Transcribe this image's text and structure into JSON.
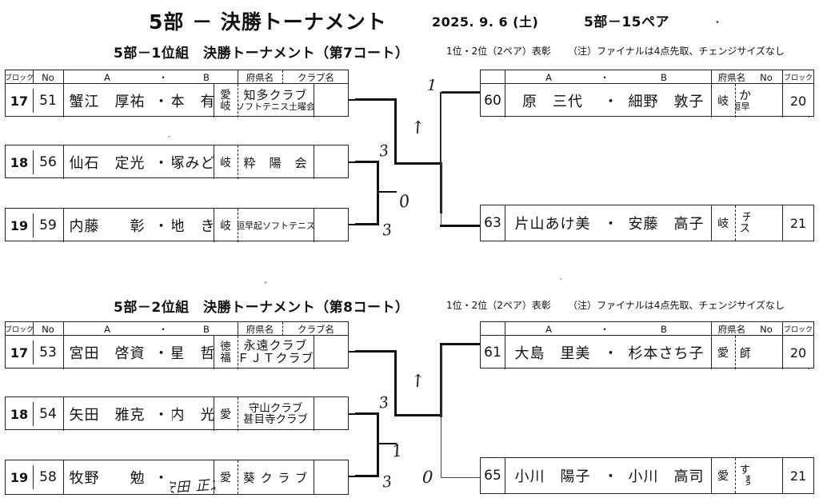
{
  "document": {
    "title": "5部 － 決勝トーナメント",
    "date": "2025. 9. 6 (土)",
    "pairs": "5部－15ペア",
    "trailing_dot": "・"
  },
  "columns": {
    "block": "ブロック",
    "no": "No",
    "a": "A",
    "dot": "・",
    "b": "B",
    "pref": "府県名",
    "club": "クラブ名"
  },
  "sections": [
    {
      "heading": "5部－1位組　決勝トーナメント（第7コート）",
      "note_award": "1位・2位（2ペア）表彰",
      "note_rule": "（注）ファイナルは4点先取、チェンジサイズなし",
      "left_entries": [
        {
          "block": "17",
          "no": "51",
          "name_a": "蟹江　厚祐",
          "dot": "・",
          "name_b": "木本　有信",
          "pref": [
            "愛",
            "岐"
          ],
          "club": [
            "知多クラブ",
            "ソフトテニス土曜会"
          ]
        },
        {
          "block": "18",
          "no": "56",
          "name_a": "仙石　定光",
          "dot": "・",
          "name_b": "赤塚みどり",
          "pref": [
            "岐"
          ],
          "club": [
            "粋　陽　会"
          ]
        },
        {
          "block": "19",
          "no": "59",
          "name_a": "内藤　　彰",
          "dot": "・",
          "name_b": "川地　きよ",
          "pref": [
            "岐"
          ],
          "club": [
            "大垣早起ソフトテニス会"
          ]
        }
      ],
      "right_entries": [
        {
          "no": "60",
          "name_a": "原　三代",
          "dot": "・",
          "name_b": "細野　敦子",
          "pref": [
            "岐"
          ],
          "club": [
            "か が や き",
            "大垣早起ソフトテニス会"
          ],
          "block": "20"
        },
        {
          "no": "63",
          "name_a": "片山あけ美",
          "dot": "・",
          "name_b": "安藤　高子",
          "pref": [
            "岐"
          ],
          "club": [
            "チームTAKA",
            "スイート大垣"
          ],
          "block": "21"
        }
      ],
      "scores": {
        "semi_upper": "3",
        "semi_lower": "3",
        "quarter_lower": "0",
        "final_top": "1"
      },
      "winner_mark": "↑"
    },
    {
      "heading": "5部－2位組　決勝トーナメント（第8コート）",
      "note_award": "1位・2位（2ペア）表彰",
      "note_rule": "（注）ファイナルは4点先取、チェンジサイズなし",
      "left_entries": [
        {
          "block": "17",
          "no": "53",
          "name_a": "宮田　啓資",
          "dot": "・",
          "name_b": "赤星　哲志",
          "pref": [
            "徳",
            "福"
          ],
          "club": [
            "永遠クラブ",
            "ＦＪＴクラブ"
          ]
        },
        {
          "block": "18",
          "no": "54",
          "name_a": "矢田　雅克",
          "dot": "・",
          "name_b": "山内　光枝",
          "pref": [
            "愛"
          ],
          "club": [
            "守山クラブ",
            "甚目寺クラブ"
          ]
        },
        {
          "block": "19",
          "no": "58",
          "name_a": "牧野　　勉",
          "dot": "・",
          "name_b": "安田 正之",
          "name_b_handwritten": true,
          "pref": [
            "愛"
          ],
          "club": [
            "葵 ク ラ ブ"
          ]
        }
      ],
      "right_entries": [
        {
          "no": "61",
          "name_a": "大島　里美",
          "dot": "・",
          "name_b": "杉本さち子",
          "pref": [
            "愛"
          ],
          "club": [
            "師勝ＳＴＣ"
          ],
          "block": "20"
        },
        {
          "no": "65",
          "name_a": "小川　陽子",
          "dot": "・",
          "name_b": "小川　高司",
          "pref": [
            "愛"
          ],
          "club": [
            "すみれクラブ",
            "葵 ク ラ ブ"
          ],
          "block": "21"
        }
      ],
      "scores": {
        "semi_upper": "3",
        "semi_lower": "1",
        "quarter_lower": "1",
        "final_top": "0"
      },
      "winner_mark": "↑"
    }
  ]
}
